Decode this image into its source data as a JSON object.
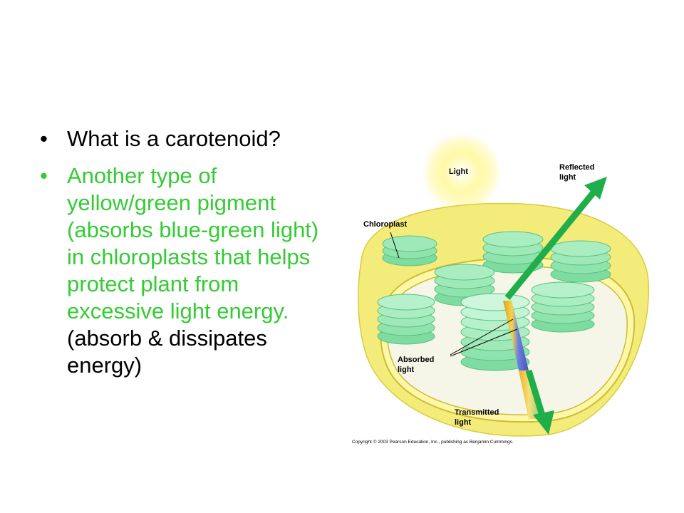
{
  "bullets": [
    {
      "marker": "•",
      "text": "What is a carotenoid?"
    },
    {
      "marker": "•",
      "text": "Another type of yellow/green pigment (absorbs blue-green light) in chloroplasts that helps protect plant from excessive light energy.",
      "tail": " (absorb & dissipates energy)",
      "color": "#33cc33"
    }
  ],
  "figure": {
    "labels": {
      "light": "Light",
      "reflected_1": "Reflected",
      "reflected_2": "light",
      "chloroplast": "Chloroplast",
      "absorbed_1": "Absorbed",
      "absorbed_2": "light",
      "transmitted_1": "Transmitted",
      "transmitted_2": "light"
    },
    "copyright": "Copyright © 2003 Pearson Education, Inc., publishing as Benjamin Cummings.",
    "colors": {
      "arrow": "#1fae4a",
      "membrane": "#f4ec7a",
      "stroma": "#f6f6e8",
      "grana": "#7fdca0",
      "sun": "#fff36b"
    }
  }
}
